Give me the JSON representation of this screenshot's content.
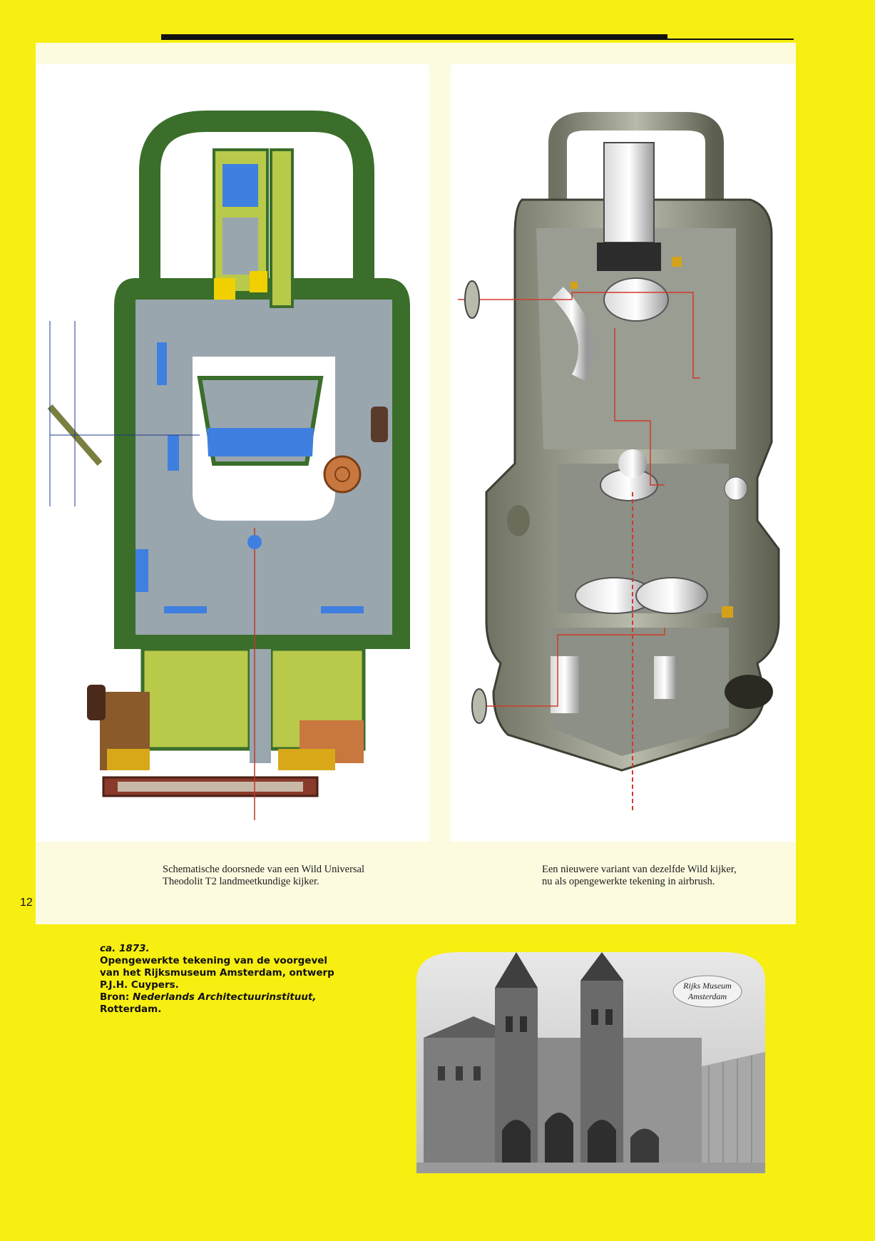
{
  "page_number": "12",
  "figures": {
    "left_caption": {
      "line1": "Schematische doorsnede van een Wild Universal",
      "line2": "Theodolit T2 landmeetkundige kijker."
    },
    "right_caption": {
      "line1": "Een nieuwere variant van dezelfde Wild kijker,",
      "line2": "nu als opengewerkte tekening in airbrush."
    }
  },
  "info_block": {
    "date": "ca. 1873.",
    "line1": "Opengewerkte tekening van de voorgevel",
    "line2": "van het Rijksmuseum Amsterdam, ontwerp",
    "line3": "P.J.H. Cuypers.",
    "source_prefix": "Bron: ",
    "source_italic": "Nederlands Architectuurinstituut,",
    "line5": "Rotterdam."
  },
  "engraving_inscription": {
    "line1": "Rijks Museum",
    "line2": "Amsterdam"
  },
  "colors": {
    "page_yellow": "#f7ee12",
    "panel_cream": "#fcfbe0",
    "diagram_green": "#3a6e2a",
    "diagram_grey": "#9aa6ae",
    "diagram_blue": "#3f7fe0",
    "diagram_yellow_green": "#b9c94a"
  }
}
